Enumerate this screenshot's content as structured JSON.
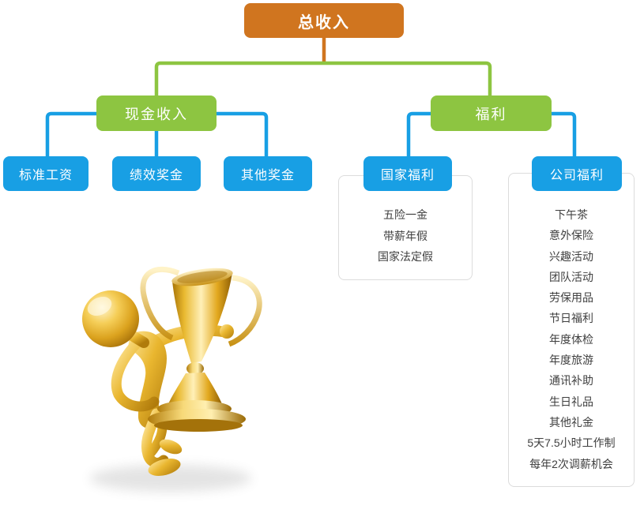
{
  "diagram": {
    "root": {
      "label": "总收入"
    },
    "branches": [
      {
        "label": "现金收入",
        "children": [
          {
            "label": "标准工资"
          },
          {
            "label": "绩效奖金"
          },
          {
            "label": "其他奖金"
          }
        ]
      },
      {
        "label": "福利",
        "children": [
          {
            "label": "国家福利",
            "items": [
              "五险一金",
              "带薪年假",
              "国家法定假"
            ]
          },
          {
            "label": "公司福利",
            "items": [
              "下午茶",
              "意外保险",
              "兴趣活动",
              "团队活动",
              "劳保用品",
              "节日福利",
              "年度体检",
              "年度旅游",
              "通讯补助",
              "生日礼品",
              "其他礼金",
              "5天7.5小时工作制",
              "每年2次调薪机会"
            ]
          }
        ]
      }
    ]
  },
  "illustration": {
    "description": "golden 3D figurine holding a large gold trophy"
  },
  "colors": {
    "accent_orange": "#D0751F",
    "accent_green": "#8DC541",
    "accent_blue": "#189FE4",
    "panel_border": "#DCDCDC",
    "list_text": "#3F3F3F",
    "gold": "#E8B429",
    "background": "#FFFFFF"
  }
}
